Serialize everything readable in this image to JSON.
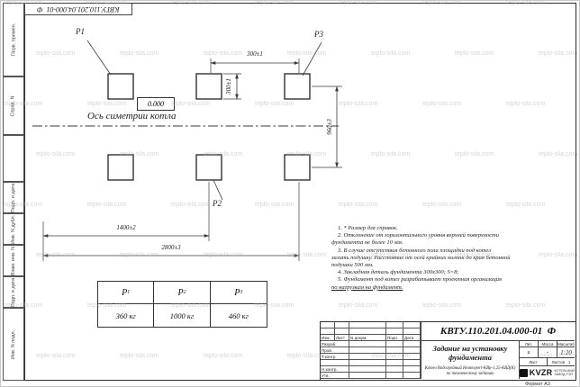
{
  "watermark": {
    "text": "teplo-sila.com"
  },
  "frame": {
    "top_doc_number": "КВТУ.110.201.04.000-01",
    "top_doc_suffix": "Ф",
    "left_stamp_labels": [
      "Перв. примен.",
      "Справ. N",
      "",
      "Подп. и дата",
      "Инв. N дубл.",
      "Взам. инв. N",
      "Подп. и дата",
      "Инв. N подл."
    ],
    "format_label": "Формат А3"
  },
  "drawing": {
    "pad_labels": {
      "p1": "Р1",
      "p2": "Р2",
      "p3": "Р3"
    },
    "elevation": "0.000",
    "axis_label": "Ось симетрии котла",
    "dims": {
      "top_width": "300±1",
      "pad_height": "300±1",
      "row_spacing": "960±3",
      "half_span": "1400±2",
      "full_span": "2800±3"
    }
  },
  "notes": {
    "lines": [
      "1. * Размер для справок.",
      "2. Отклонение от горизонтального уровня верхней поверхности",
      "фундамента не более 10 мм.",
      "3. В случае отсутствия бетонного пола площадки под котел",
      "залить подушку. Расстояние от осей крайних колонн до края бетонной",
      "подушки 500 мм.",
      "4. Закладная деталь фундамента  300х300; S=8;",
      "5. Фундамент под котел разрабатывает проектная организация",
      "по нагрузкам на фундамент."
    ]
  },
  "mass_table": {
    "columns": [
      {
        "name": "Р",
        "sub": "1"
      },
      {
        "name": "Р",
        "sub": "2"
      },
      {
        "name": "Р",
        "sub": "3"
      }
    ],
    "values": [
      "360 кг",
      "1000 кг",
      "460 кг"
    ]
  },
  "title_block": {
    "doc_number": "КВТУ.110.201.04.000-01",
    "doc_suffix": "Ф",
    "title": "Задание на установку фундамента",
    "product": "Котел Водогрейный Heatexpert-КВр-1,25-КВД(К) по техническому заданию",
    "header_cells": [
      "Изм.",
      "Лист",
      "N докум.",
      "Подп.",
      "Дата"
    ],
    "role_rows": [
      "Разраб.",
      "Пров.",
      "Т.контр.",
      "",
      "Н.контр.",
      "Утв."
    ],
    "lit_label": "Лит.",
    "mass_label": "Масса",
    "scale_label": "Масштаб",
    "lit_value": "и",
    "mass_value": "-",
    "scale_value": "1:20",
    "sheet_label": "Лист",
    "sheets_label": "Листов",
    "sheets_value": "1",
    "logo_text": "KVZR",
    "logo_line1": "КОТЕЛЬНЫЙ",
    "logo_line2": "ЗАВОД РЭП"
  }
}
